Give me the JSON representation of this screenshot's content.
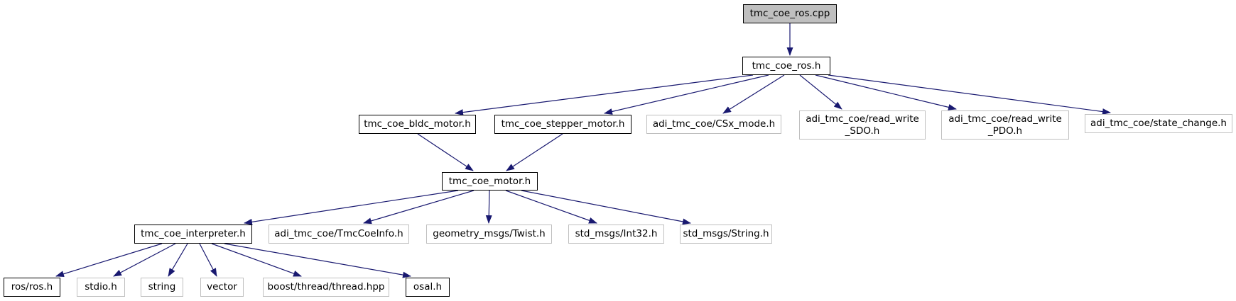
{
  "diagram": {
    "kind": "doxygen-include-dependency-graph",
    "root_file": "tmc_coe_ros.cpp",
    "colors": {
      "edge": "#191970",
      "main_node_fill": "#bfbfbf",
      "internal_node_border": "#000000",
      "external_node_border": "#bfbfbf",
      "node_fill": "#ffffff",
      "background": "#ffffff"
    },
    "nodes": [
      {
        "id": "tmc_coe_ros_cpp",
        "label": "tmc_coe_ros.cpp",
        "type": "main"
      },
      {
        "id": "tmc_coe_ros_h",
        "label": "tmc_coe_ros.h",
        "type": "internal"
      },
      {
        "id": "tmc_coe_bldc_motor_h",
        "label": "tmc_coe_bldc_motor.h",
        "type": "internal"
      },
      {
        "id": "tmc_coe_stepper_motor_h",
        "label": "tmc_coe_stepper_motor.h",
        "type": "internal"
      },
      {
        "id": "csx_mode_h",
        "label": "adi_tmc_coe/CSx_mode.h",
        "type": "external"
      },
      {
        "id": "read_write_sdo_h",
        "label": "adi_tmc_coe/read_write\n_SDO.h",
        "type": "external"
      },
      {
        "id": "read_write_pdo_h",
        "label": "adi_tmc_coe/read_write\n_PDO.h",
        "type": "external"
      },
      {
        "id": "state_change_h",
        "label": "adi_tmc_coe/state_change.h",
        "type": "external"
      },
      {
        "id": "tmc_coe_motor_h",
        "label": "tmc_coe_motor.h",
        "type": "internal"
      },
      {
        "id": "tmc_coe_interpreter_h",
        "label": "tmc_coe_interpreter.h",
        "type": "internal"
      },
      {
        "id": "tmccoeinfo_h",
        "label": "adi_tmc_coe/TmcCoeInfo.h",
        "type": "external"
      },
      {
        "id": "twist_h",
        "label": "geometry_msgs/Twist.h",
        "type": "external"
      },
      {
        "id": "int32_h",
        "label": "std_msgs/Int32.h",
        "type": "external"
      },
      {
        "id": "string_h",
        "label": "std_msgs/String.h",
        "type": "external"
      },
      {
        "id": "ros_ros_h",
        "label": "ros/ros.h",
        "type": "internal"
      },
      {
        "id": "stdio_h",
        "label": "stdio.h",
        "type": "external"
      },
      {
        "id": "string_std",
        "label": "string",
        "type": "external"
      },
      {
        "id": "vector_std",
        "label": "vector",
        "type": "external"
      },
      {
        "id": "boost_thread_hpp",
        "label": "boost/thread/thread.hpp",
        "type": "external"
      },
      {
        "id": "osal_h",
        "label": "osal.h",
        "type": "internal"
      }
    ],
    "edges": [
      {
        "from": "tmc_coe_ros_cpp",
        "to": "tmc_coe_ros_h"
      },
      {
        "from": "tmc_coe_ros_h",
        "to": "tmc_coe_bldc_motor_h"
      },
      {
        "from": "tmc_coe_ros_h",
        "to": "tmc_coe_stepper_motor_h"
      },
      {
        "from": "tmc_coe_ros_h",
        "to": "csx_mode_h"
      },
      {
        "from": "tmc_coe_ros_h",
        "to": "read_write_sdo_h"
      },
      {
        "from": "tmc_coe_ros_h",
        "to": "read_write_pdo_h"
      },
      {
        "from": "tmc_coe_ros_h",
        "to": "state_change_h"
      },
      {
        "from": "tmc_coe_bldc_motor_h",
        "to": "tmc_coe_motor_h"
      },
      {
        "from": "tmc_coe_stepper_motor_h",
        "to": "tmc_coe_motor_h"
      },
      {
        "from": "tmc_coe_motor_h",
        "to": "tmc_coe_interpreter_h"
      },
      {
        "from": "tmc_coe_motor_h",
        "to": "tmccoeinfo_h"
      },
      {
        "from": "tmc_coe_motor_h",
        "to": "twist_h"
      },
      {
        "from": "tmc_coe_motor_h",
        "to": "int32_h"
      },
      {
        "from": "tmc_coe_motor_h",
        "to": "string_h"
      },
      {
        "from": "tmc_coe_interpreter_h",
        "to": "ros_ros_h"
      },
      {
        "from": "tmc_coe_interpreter_h",
        "to": "stdio_h"
      },
      {
        "from": "tmc_coe_interpreter_h",
        "to": "string_std"
      },
      {
        "from": "tmc_coe_interpreter_h",
        "to": "vector_std"
      },
      {
        "from": "tmc_coe_interpreter_h",
        "to": "boost_thread_hpp"
      },
      {
        "from": "tmc_coe_interpreter_h",
        "to": "osal_h"
      }
    ]
  }
}
